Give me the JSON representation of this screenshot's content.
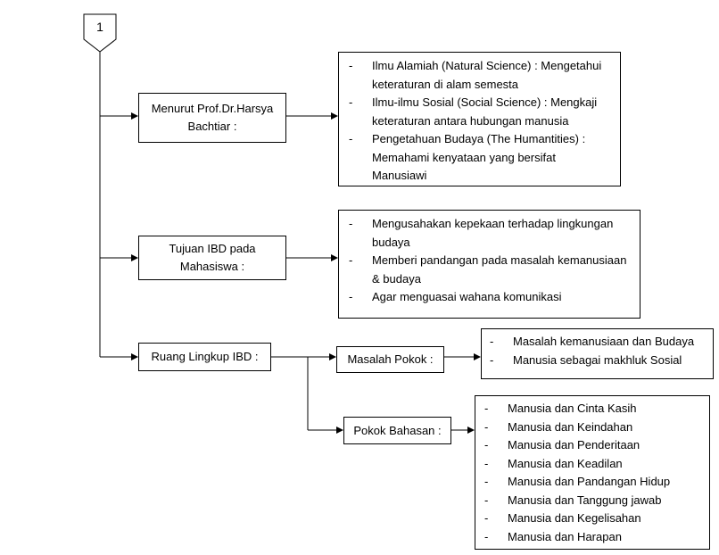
{
  "page_badge": "1",
  "nodes": {
    "harsya": "Menurut Prof.Dr.Harsya Bachtiar :",
    "tujuan": "Tujuan IBD pada Mahasiswa :",
    "ruang": "Ruang Lingkup IBD :",
    "masalah_pokok": "Masalah Pokok :",
    "pokok_bahasan": "Pokok Bahasan :"
  },
  "lists": {
    "harsya": [
      "Ilmu Alamiah  (Natural Science) : Mengetahui keteraturan di alam semesta",
      "Ilmu-ilmu Sosial (Social Science) : Mengkaji keteraturan antara hubungan manusia",
      "Pengetahuan Budaya (The Humantities) : Memahami kenyataan yang bersifat Manusiawi"
    ],
    "tujuan": [
      "Mengusahakan kepekaan terhadap lingkungan budaya",
      "Memberi pandangan pada masalah kemanusiaan & budaya",
      "Agar menguasai wahana komunikasi"
    ],
    "masalah_pokok": [
      "Masalah kemanusiaan dan Budaya",
      "Manusia sebagai makhluk Sosial"
    ],
    "pokok_bahasan": [
      "Manusia dan Cinta Kasih",
      "Manusia dan Keindahan",
      "Manusia dan Penderitaan",
      "Manusia dan Keadilan",
      "Manusia dan Pandangan Hidup",
      "Manusia dan Tanggung jawab",
      "Manusia dan Kegelisahan",
      "Manusia dan Harapan"
    ]
  },
  "bullet": "-"
}
